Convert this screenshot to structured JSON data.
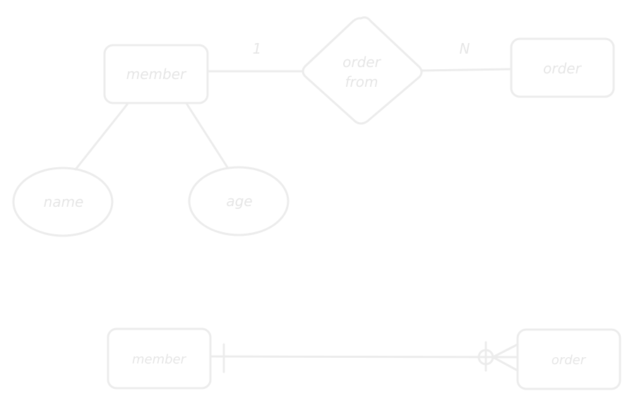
{
  "diagram": {
    "colors": {
      "stroke": "#ececec",
      "text": "#e6e6e6",
      "background": "#ffffff"
    },
    "chen": {
      "entity_member": "member",
      "entity_order": "order",
      "relationship_line1": "order",
      "relationship_line2": "from",
      "attribute_name": "name",
      "attribute_age": "age",
      "cardinality_left": "1",
      "cardinality_right": "N"
    },
    "crowsfoot": {
      "entity_member": "member",
      "entity_order": "order"
    }
  }
}
